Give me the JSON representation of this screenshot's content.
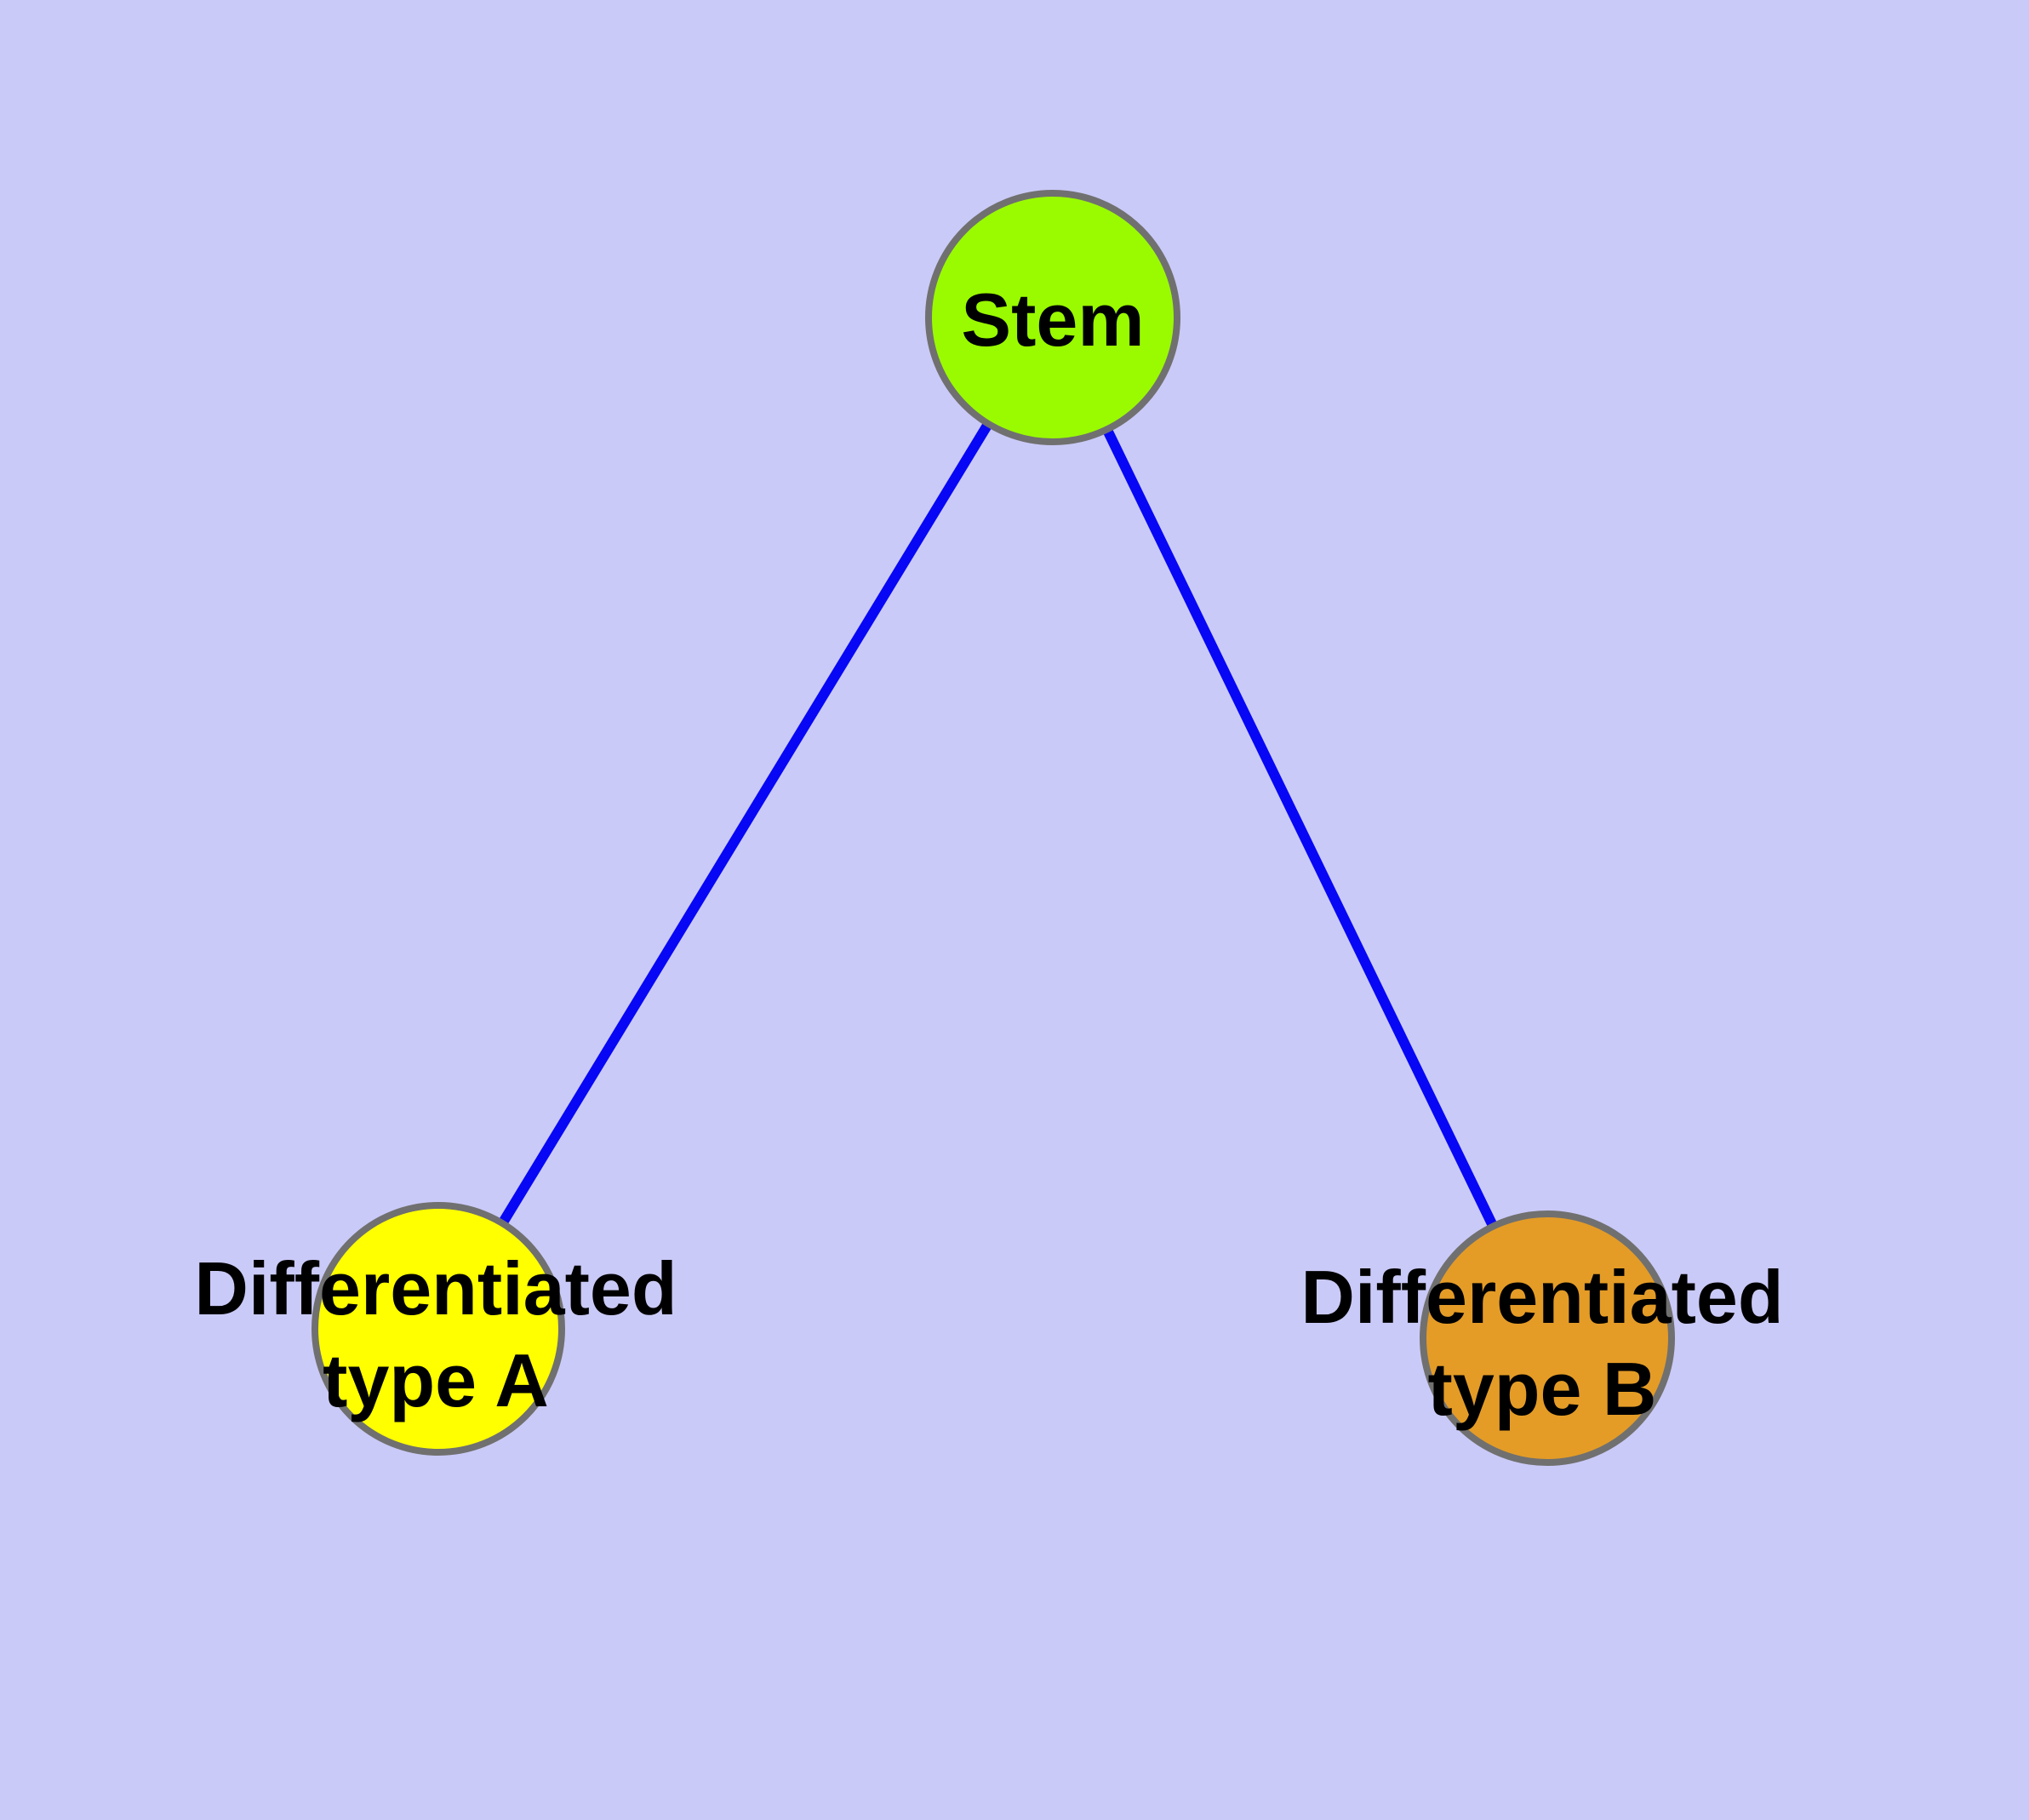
{
  "diagram": {
    "background_color": "#cacaf8",
    "edge_color": "#0707f5",
    "node_border_color": "#707070",
    "label_color": "#000000",
    "nodes": [
      {
        "id": "stem",
        "label_lines": [
          "Stem"
        ],
        "fill": "#9afb00"
      },
      {
        "id": "differentiated-type-a",
        "label_lines": [
          "Differentiated",
          "type A"
        ],
        "fill": "#ffff00"
      },
      {
        "id": "differentiated-type-b",
        "label_lines": [
          "Differentiated",
          "type B"
        ],
        "fill": "#e49c27"
      }
    ],
    "edges": [
      {
        "from": "stem",
        "to": "differentiated-type-a"
      },
      {
        "from": "stem",
        "to": "differentiated-type-b"
      }
    ]
  }
}
